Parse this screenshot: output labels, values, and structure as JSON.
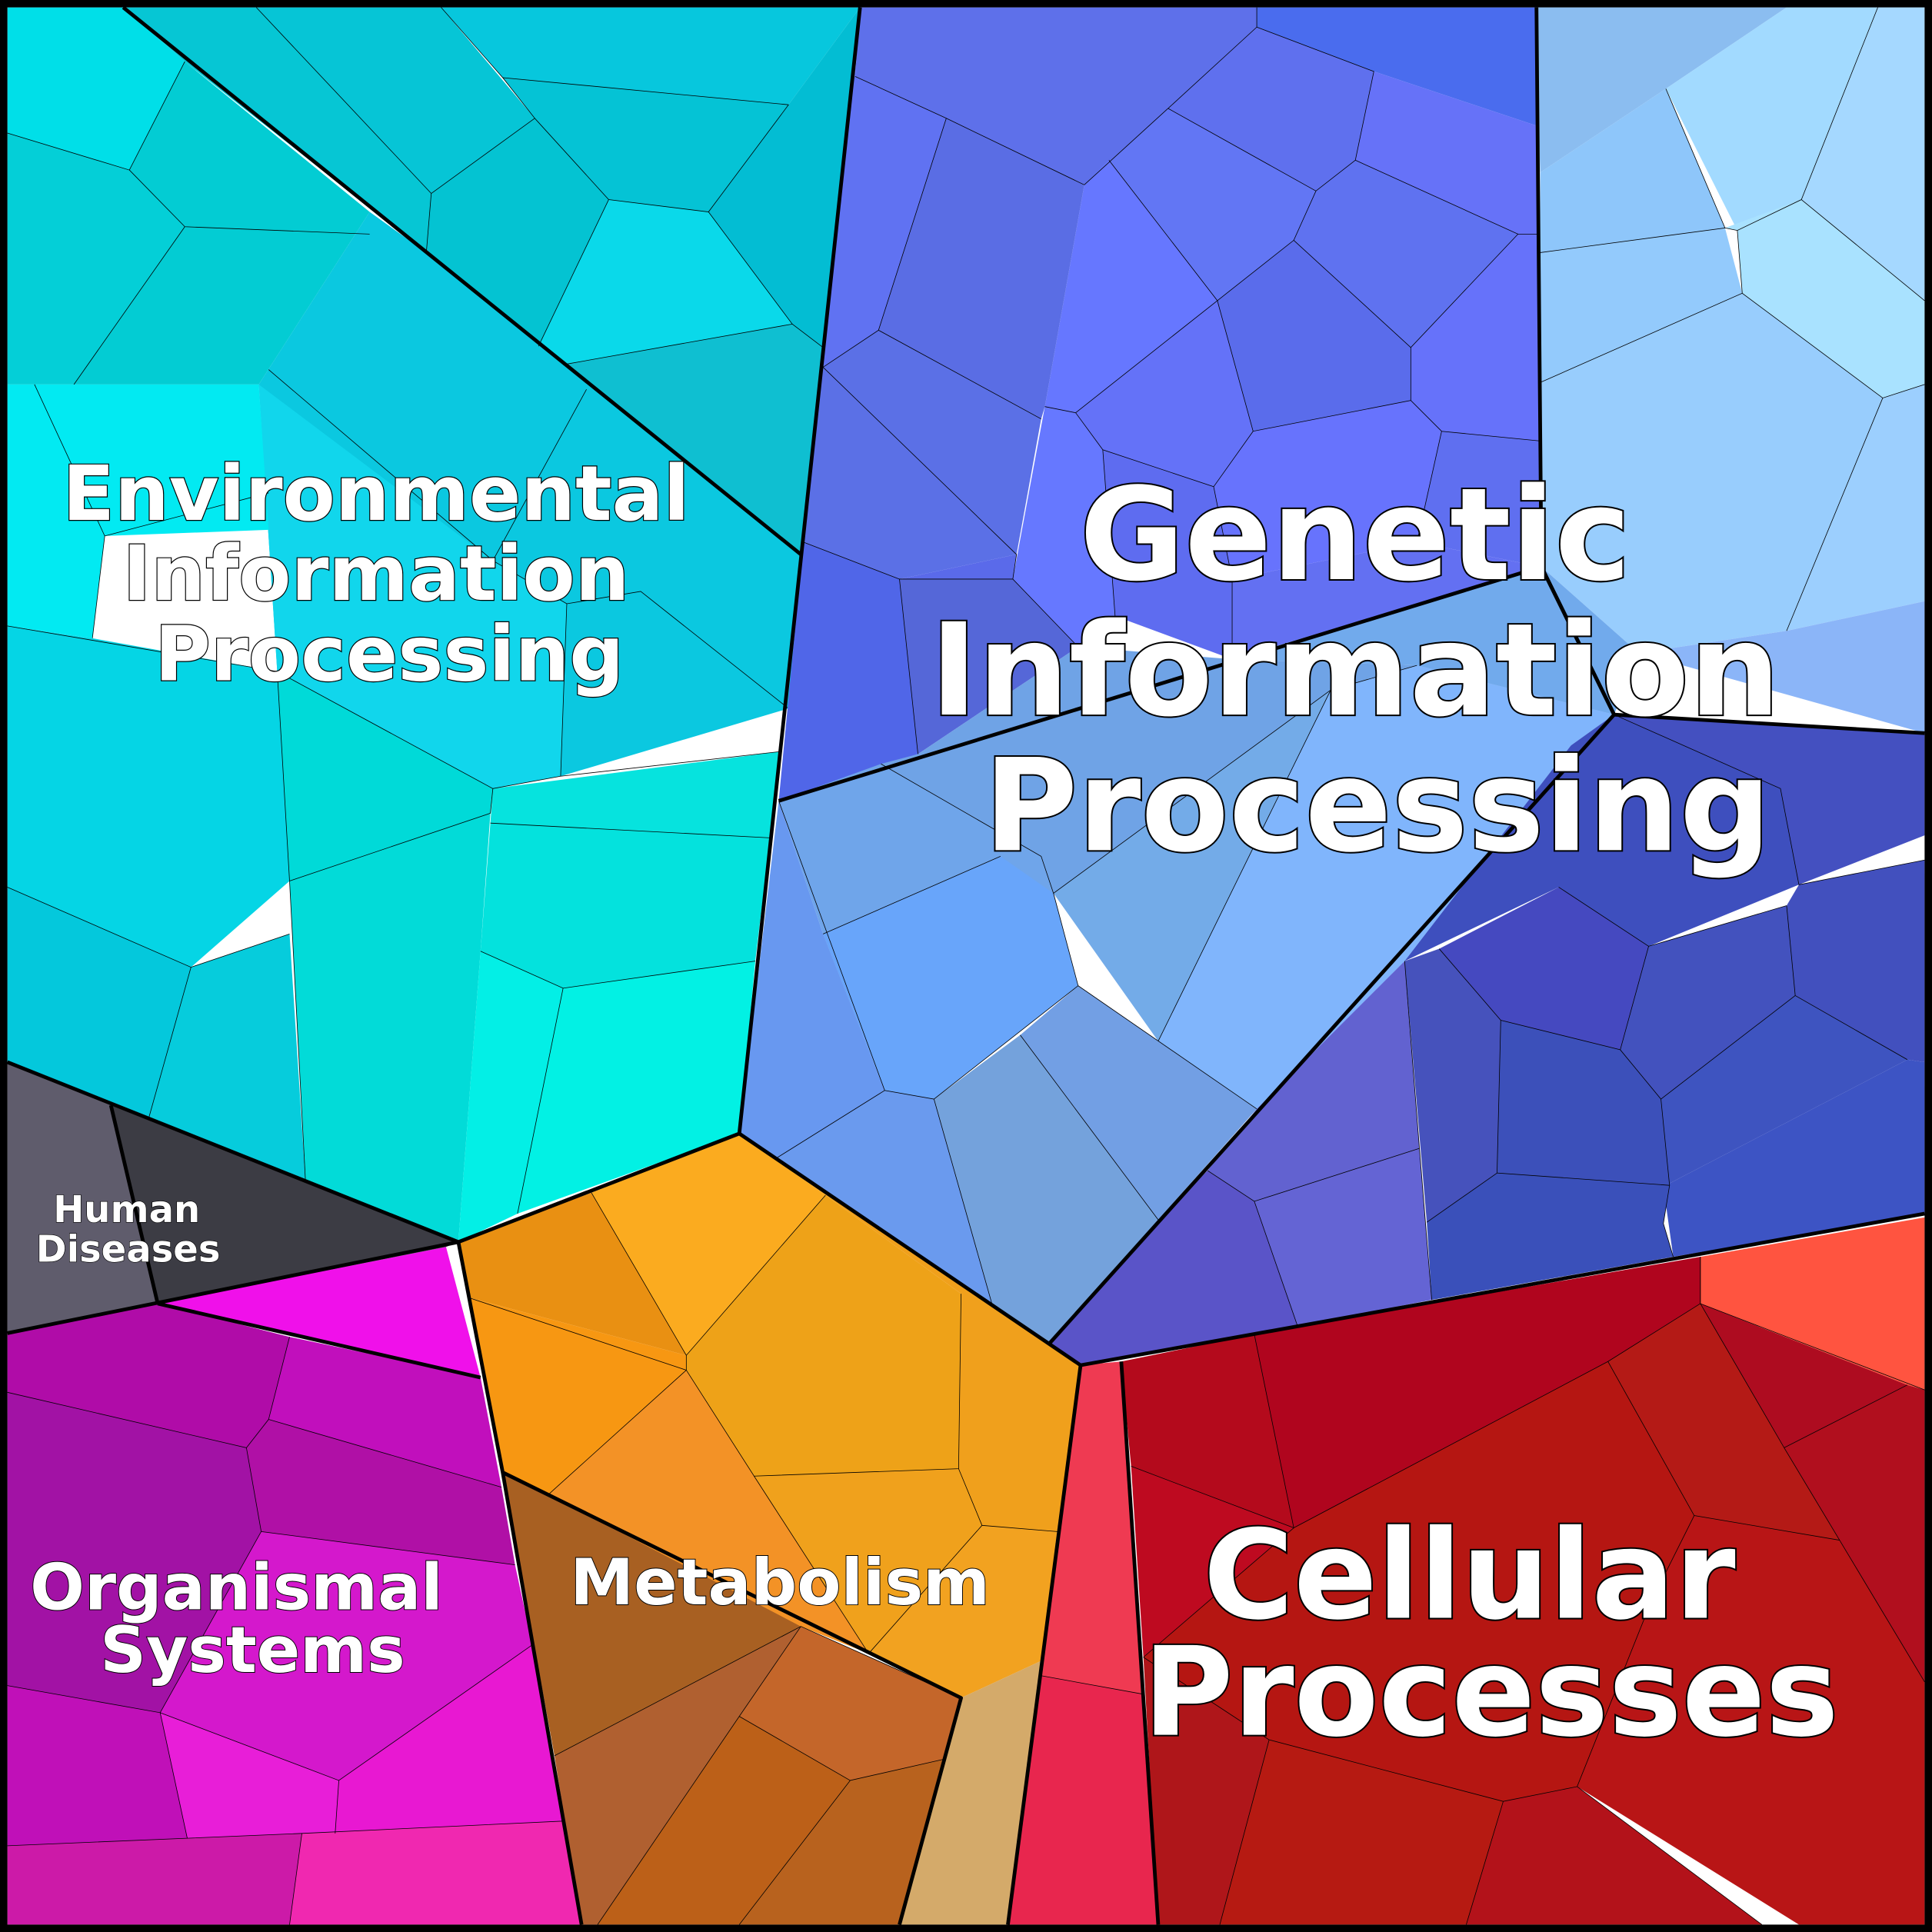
{
  "categories": {
    "genetic": {
      "label_lines": [
        "Genetic",
        "Information",
        "Processing"
      ],
      "color": "#5f6ff0"
    },
    "environmental": {
      "label_lines": [
        "Environmental",
        "Information",
        "Processing"
      ],
      "color": "#06c8dc"
    },
    "cellular": {
      "label_lines": [
        "Cellular",
        "Processes"
      ],
      "color": "#b01020"
    },
    "metabolism": {
      "label_lines": [
        "Metabolism"
      ],
      "color": "#f0a020"
    },
    "organismal": {
      "label_lines": [
        "Organismal",
        "Systems"
      ],
      "color": "#c010c0"
    },
    "human_diseases": {
      "label_lines": [
        "Human",
        "Diseases"
      ],
      "color": "#3c3c44"
    }
  }
}
